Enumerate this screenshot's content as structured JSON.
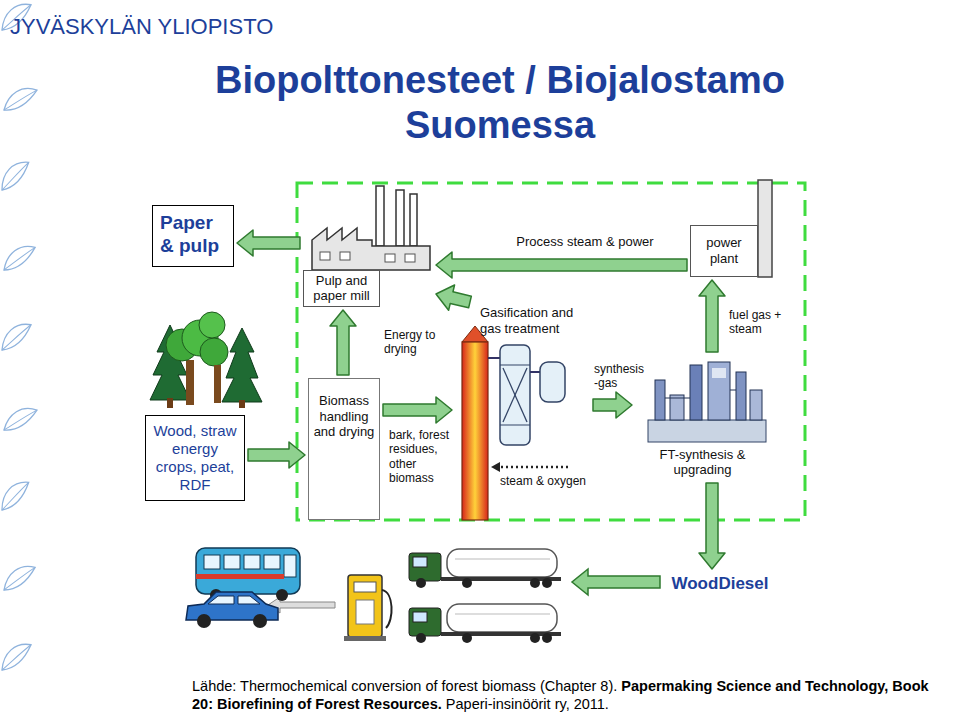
{
  "diagram": {
    "title": "Biopolttonesteet / Biojalostamo Suomessa",
    "nodes": [
      {
        "text": [
          "Paper & pulp"
        ]
      },
      {
        "text": [
          "Pulp and paper mill"
        ]
      },
      {
        "text": [
          "power plant"
        ]
      },
      {
        "text": [
          "Wood, straw energy crops, peat, RDF"
        ]
      },
      {
        "text": [
          "Biomass handling and drying"
        ]
      },
      {
        "text": [
          "Gasification and gas treatment"
        ]
      },
      {
        "text": [
          "FT-synthesis & upgrading"
        ]
      },
      {
        "text": [
          "WoodDiesel"
        ]
      }
    ],
    "edges": [
      {
        "from": 1,
        "to": 0,
        "arrow": "to"
      },
      {
        "from": 3,
        "to": 4,
        "arrow": "to"
      },
      {
        "from": 4,
        "to": 1,
        "arrow": "to"
      },
      {
        "from": 4,
        "to": 5,
        "arrow": "to",
        "label": "bark, forest residues, other biomass"
      },
      {
        "from": 5,
        "to": 6,
        "arrow": "to",
        "label": "synthesis -gas"
      },
      {
        "from": 6,
        "to": 2,
        "arrow": "to",
        "label": "fuel gas + steam"
      },
      {
        "from": 2,
        "to": 1,
        "arrow": "to",
        "label": "Process steam & power"
      },
      {
        "from": 5,
        "to": 1,
        "arrow": "to",
        "label": "Energy to drying"
      },
      {
        "from": 6,
        "to": 7,
        "arrow": "to"
      }
    ],
    "labels": [
      "JYVÄSKYLÄN YLIOPISTO",
      "Lähde: Thermochemical conversion of forest biomass (Chapter 8).",
      "Papermaking Science and Technology, Book 20: Biorefining of Forest Resources.",
      "Paperi-insinöörit ry, 2011.",
      "steam & oxygen"
    ]
  }
}
